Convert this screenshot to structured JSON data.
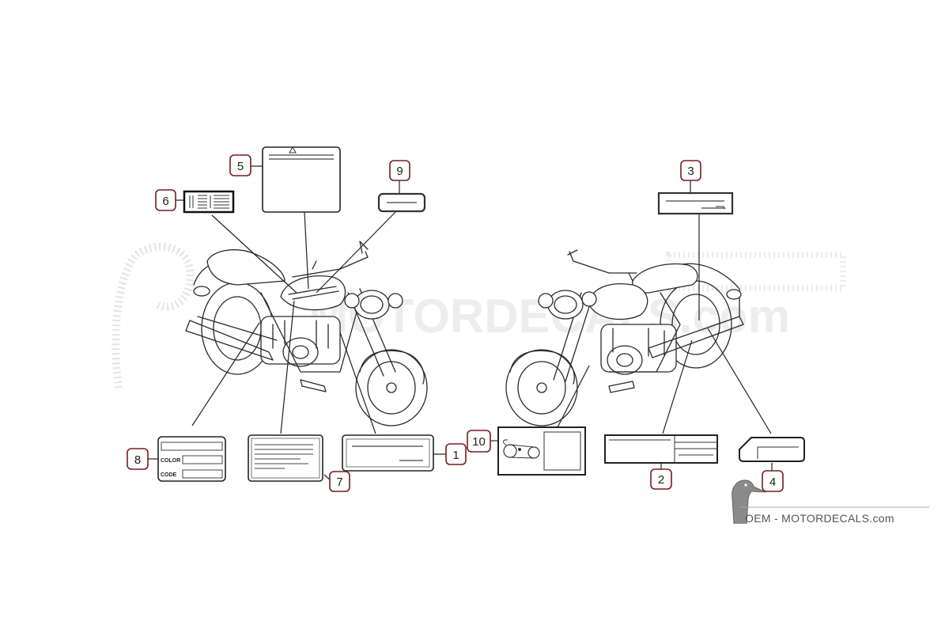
{
  "diagram": {
    "callouts": [
      "1",
      "2",
      "3",
      "4",
      "5",
      "6",
      "7",
      "8",
      "9",
      "10"
    ],
    "label_8": {
      "color_text": "COLOR",
      "code_text": "CODE"
    }
  },
  "watermark": {
    "text": "MOTORDECALS.com"
  },
  "brand": {
    "text": "OEM - MOTORDECALS.com"
  },
  "colors": {
    "callout_border": "#7a1a1f",
    "ink": "#2a2a2a"
  }
}
